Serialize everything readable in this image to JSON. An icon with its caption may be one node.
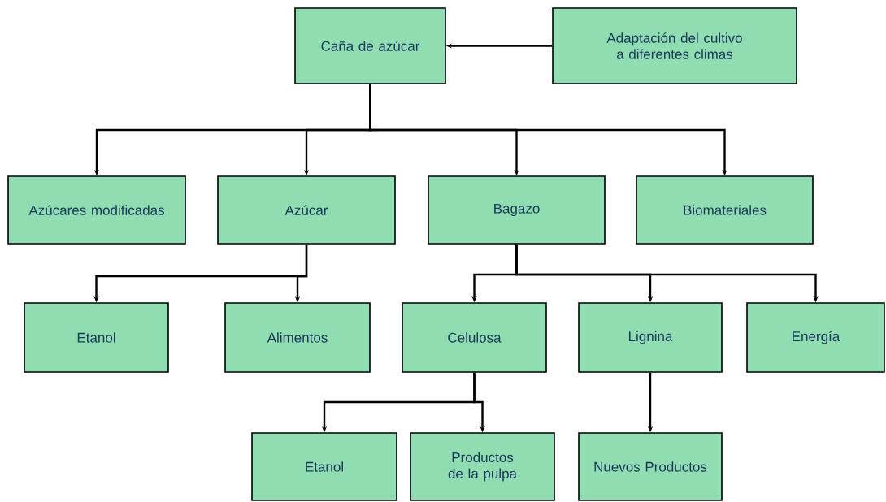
{
  "diagram": {
    "nodes": [
      {
        "text": [
          "Caña de azúcar"
        ]
      },
      {
        "text": [
          "Adaptación del cultivo a diferentes climas"
        ]
      },
      {
        "text": [
          "Azúcares modificadas"
        ]
      },
      {
        "text": [
          "Azúcar"
        ]
      },
      {
        "text": [
          "Bagazo"
        ]
      },
      {
        "text": [
          "Biomateriales"
        ]
      },
      {
        "text": [
          "Etanol"
        ]
      },
      {
        "text": [
          "Alimentos"
        ]
      },
      {
        "text": [
          "Celulosa"
        ]
      },
      {
        "text": [
          "Lignina"
        ]
      },
      {
        "text": [
          "Energía"
        ]
      },
      {
        "text": [
          "Etanol"
        ]
      },
      {
        "text": [
          "Productos de la pulpa"
        ]
      },
      {
        "text": [
          "Nuevos Productos"
        ]
      }
    ],
    "edges": [
      {
        "from": 1,
        "to": 0,
        "arrow": "to"
      },
      {
        "from": 0,
        "to": 2,
        "arrow": "to"
      },
      {
        "from": 0,
        "to": 3,
        "arrow": "to"
      },
      {
        "from": 0,
        "to": 4,
        "arrow": "to"
      },
      {
        "from": 0,
        "to": 5,
        "arrow": "to"
      },
      {
        "from": 3,
        "to": 6,
        "arrow": "to"
      },
      {
        "from": 3,
        "to": 7,
        "arrow": "to"
      },
      {
        "from": 4,
        "to": 8,
        "arrow": "to"
      },
      {
        "from": 4,
        "to": 9,
        "arrow": "to"
      },
      {
        "from": 4,
        "to": 10,
        "arrow": "to"
      },
      {
        "from": 8,
        "to": 11,
        "arrow": "to"
      },
      {
        "from": 8,
        "to": 12,
        "arrow": "to"
      },
      {
        "from": 9,
        "to": 13,
        "arrow": "to"
      }
    ]
  }
}
